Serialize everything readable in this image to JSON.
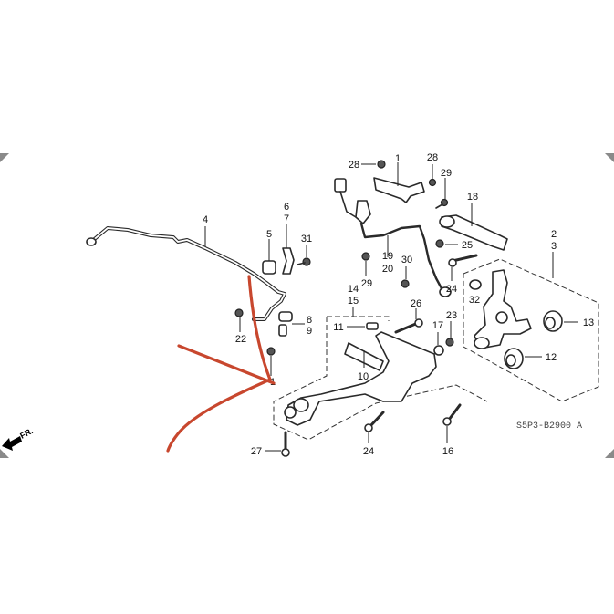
{
  "diagram": {
    "title": "Rear suspension exploded view",
    "diagram_code": "S5P3-B2900 A",
    "front_indicator": "FR.",
    "annotation_color": "#c8472e",
    "callouts": {
      "c1": "1",
      "c2": "2",
      "c3": "3",
      "c4": "4",
      "c5": "5",
      "c6": "6",
      "c7": "7",
      "c8": "8",
      "c9": "9",
      "c10": "10",
      "c11": "11",
      "c12": "12",
      "c13": "13",
      "c14": "14",
      "c15": "15",
      "c16": "16",
      "c17": "17",
      "c18": "18",
      "c19": "19",
      "c20": "20",
      "c21": "1",
      "c22": "22",
      "c23": "23",
      "c24a": "24",
      "c24b": "24",
      "c25": "25",
      "c26": "26",
      "c27": "27",
      "c28a": "28",
      "c28b": "28",
      "c29a": "29",
      "c29b": "29",
      "c30": "30",
      "c31": "31",
      "c32": "32"
    }
  }
}
